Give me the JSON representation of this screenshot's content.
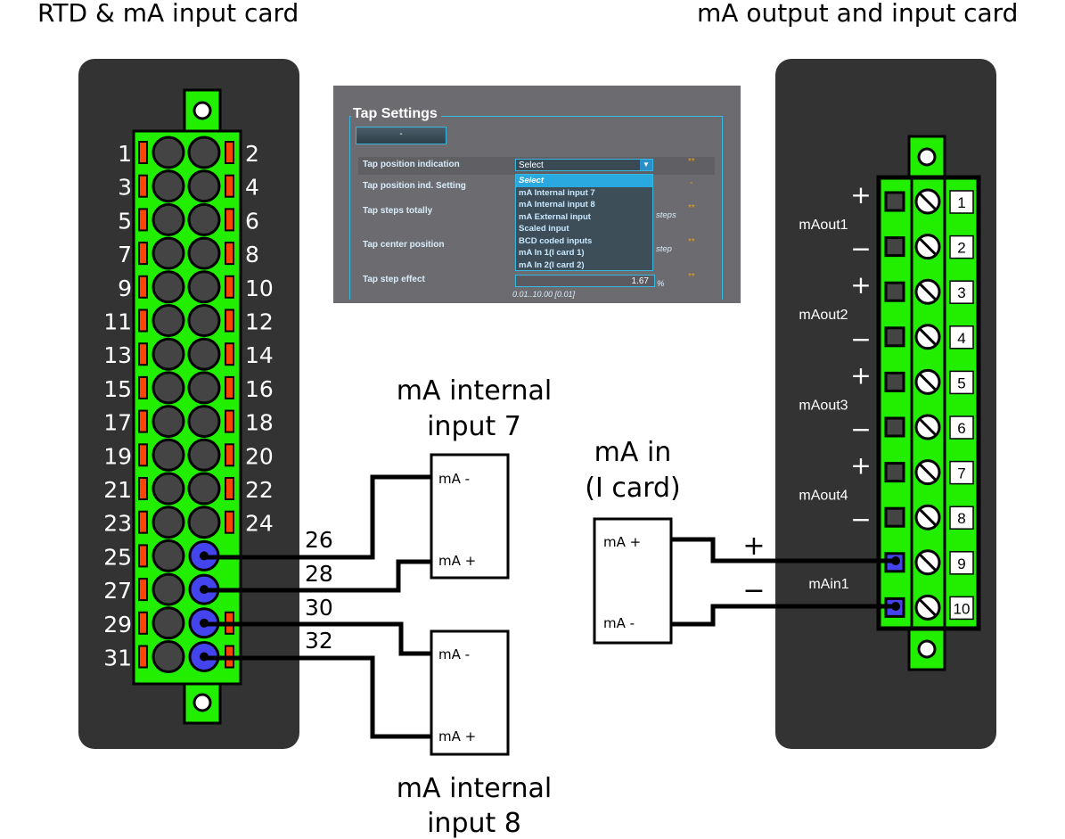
{
  "labels": {
    "left_card_title": "RTD & mA input card",
    "right_card_title": "mA output and input card",
    "internal_input_7_line1": "mA internal",
    "internal_input_7_line2": "input 7",
    "internal_input_8_line1": "mA internal",
    "internal_input_8_line2": "input 8",
    "ma_in_line1": "mA in",
    "ma_in_line2": "(I card)",
    "plus": "+",
    "minus": "−"
  },
  "left_terminals": {
    "left": [
      "1",
      "3",
      "5",
      "7",
      "9",
      "11",
      "13",
      "15",
      "17",
      "19",
      "21",
      "23",
      "25",
      "27",
      "29",
      "31"
    ],
    "right": [
      "2",
      "4",
      "6",
      "8",
      "10",
      "12",
      "14",
      "16",
      "18",
      "20",
      "22",
      "24"
    ],
    "wire_labels": [
      "26",
      "28",
      "30",
      "32"
    ]
  },
  "right_terminals": {
    "numbers": [
      "1",
      "2",
      "3",
      "4",
      "5",
      "6",
      "7",
      "8",
      "9",
      "10"
    ],
    "output_labels": [
      "mAout1",
      "mAout2",
      "mAout3",
      "mAout4"
    ],
    "input_label": "mAin1"
  },
  "box_7": {
    "top_label": "mA -",
    "bottom_label": "mA +"
  },
  "box_8": {
    "top_label": "mA -",
    "bottom_label": "mA +"
  },
  "box_in": {
    "top_label": "mA +",
    "bottom_label": "mA -"
  },
  "ui": {
    "title": "Tap Settings",
    "button_label": "-",
    "rows": [
      "Tap position indication",
      "Tap position ind. Setting",
      "Tap steps totally",
      "Tap center position",
      "Tap step effect"
    ],
    "select_value": "Select",
    "options": [
      "Select",
      "mA Internal input 7",
      "mA Internal input 8",
      "mA External input",
      "Scaled input",
      "BCD coded inputs",
      "mA In 1(I card 1)",
      "mA In 2(I card 2)"
    ],
    "unit_steps": "steps",
    "unit_step": "step",
    "unit_percent": "%",
    "step_effect_value": "1.67",
    "step_effect_range": "0.01..10.00 [0.01]",
    "star": "**",
    "dash": "-"
  },
  "colors": {
    "card_bg": "#333333",
    "terminal_green": "#22ee00",
    "contact_orange": "#ff4400",
    "highlight_blue": "#4444ee",
    "ui_accent": "#38b8e0"
  }
}
